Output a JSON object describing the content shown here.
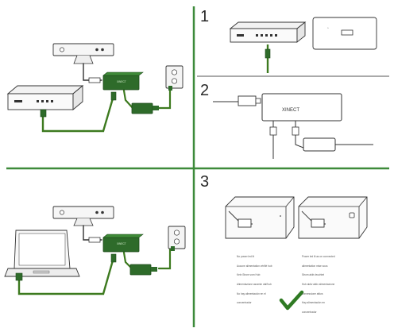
{
  "steps": {
    "one": "1",
    "two": "2",
    "three": "3"
  },
  "adapter_label": "XINECT",
  "adapter_label_small": "XINECT",
  "captions": {
    "left": [
      "No power led lit",
      "Aucune alimentation vérifié hub",
      "Kein Strom vom Hub",
      "Alimentazione assente dall'hub",
      "No hay alimentación en el",
      "concentrador"
    ],
    "right": [
      "Power led lit as on connected",
      "alimentation mise sous",
      "Strom aktiv leuchtet",
      "Hub aktiv aktiv alimentazione",
      "connessione attiva",
      "Hay alimentación en",
      "concentrador"
    ]
  },
  "colors": {
    "cable_green": "#3d7a1f",
    "device_green": "#2e6b2a",
    "divider_green": "#3d8a3a",
    "checkmark": "#2f7a23",
    "outline": "#333333"
  }
}
